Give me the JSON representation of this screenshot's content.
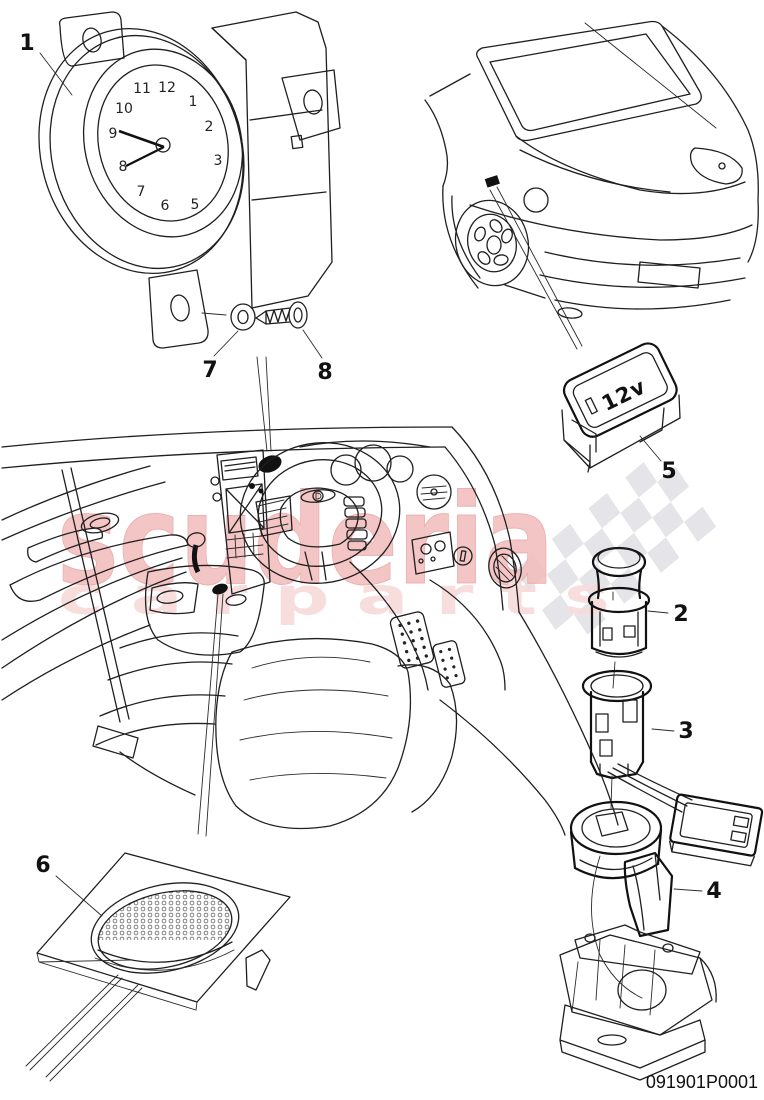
{
  "watermark": {
    "word": "scuderia",
    "tagline": "c a r p a r t s",
    "word_color": "#f3bcbc",
    "tagline_color": "#f8dada",
    "flag_color": "#e5e5e9"
  },
  "footer": {
    "part_number": "091901P0001"
  },
  "callouts": {
    "clock": "1",
    "lighter": "2",
    "socket": "3",
    "lamp_ring": "4",
    "cover_12v": "5",
    "speaker": "6",
    "washer": "7",
    "screw": "8"
  },
  "clock_numerals": {
    "n1": "1",
    "n2": "2",
    "n3": "3",
    "n5": "5",
    "n6": "6",
    "n7": "7",
    "n8": "8",
    "n9": "9",
    "n10": "10",
    "n11": "11",
    "n12": "12"
  },
  "switch_12v_label": "12v",
  "line_color": "#1f1f1f"
}
